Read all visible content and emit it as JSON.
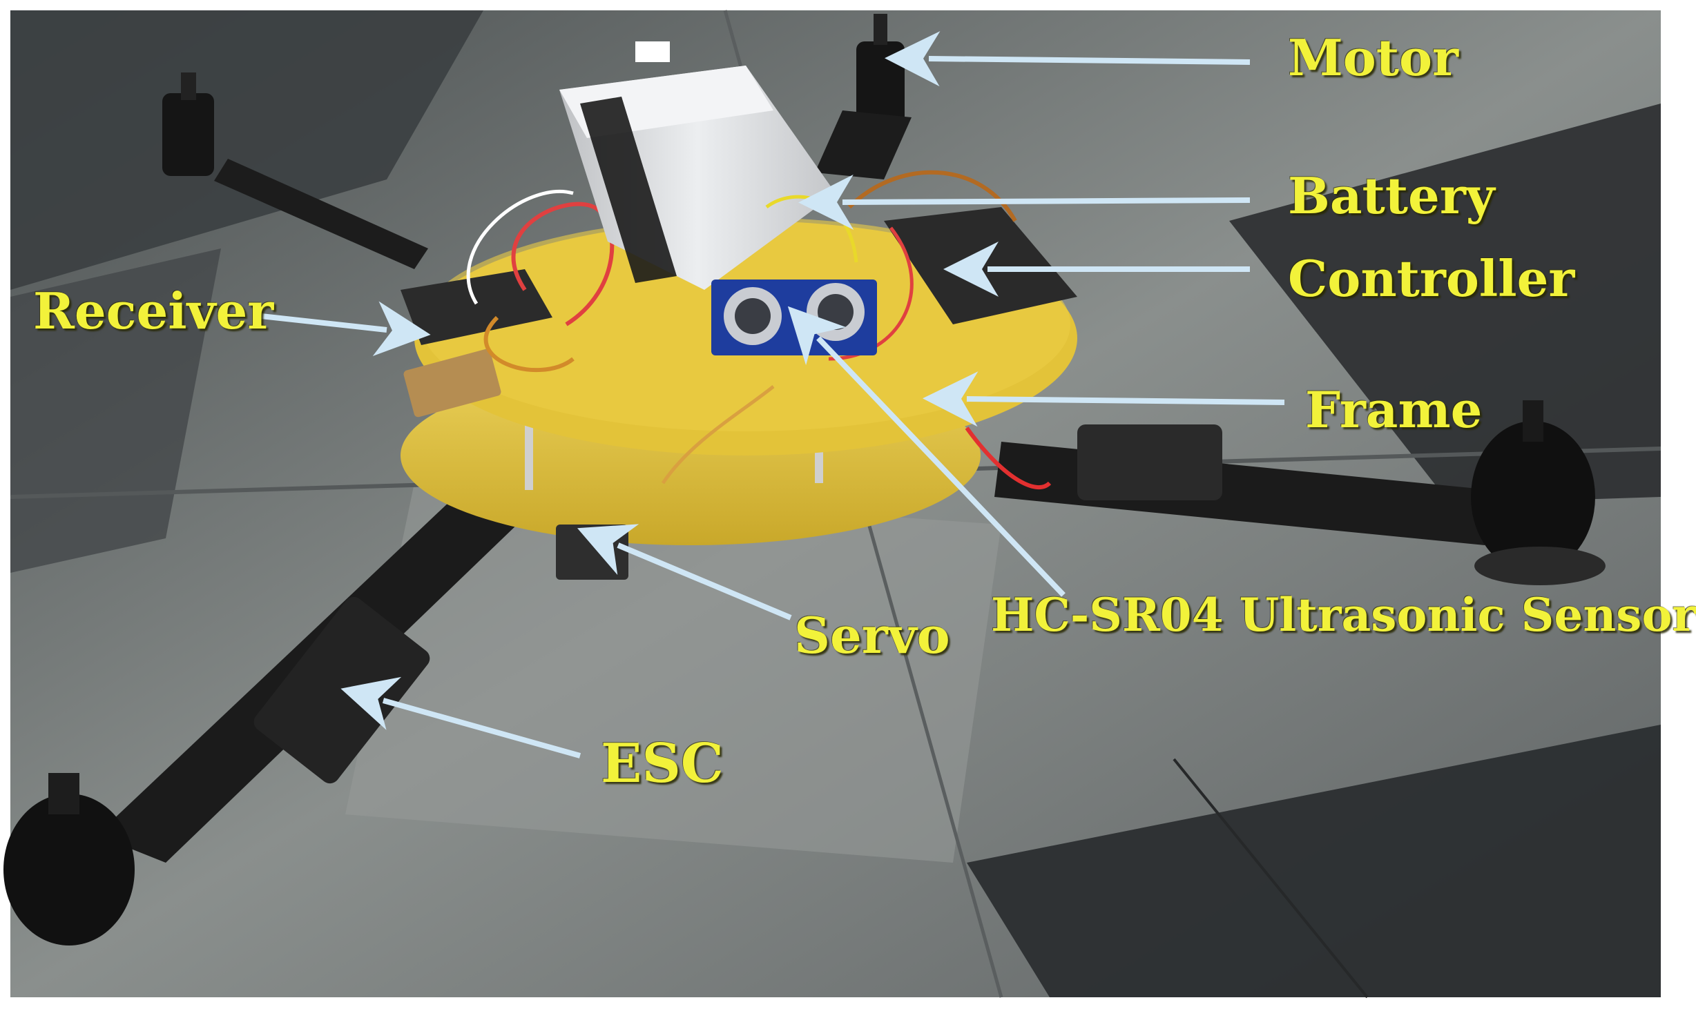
{
  "image": {
    "subject": "tricopter",
    "colors": {
      "label_text": "#f2f23a",
      "arrow": "#cfe6f5",
      "frame_plate": "#e3c339",
      "floor_light": "#8a8f8d",
      "floor_dark": "#3a3e3f",
      "arm": "#1c1c1c",
      "battery": "#d8d9db",
      "sensor_board": "#1e3d9e"
    }
  },
  "labels": {
    "motor": "Motor",
    "battery": "Battery",
    "controller": "Controller",
    "receiver": "Receiver",
    "frame": "Frame",
    "sensor": "HC-SR04 Ultrasonic Sensor",
    "servo": "Servo",
    "esc": "ESC"
  }
}
